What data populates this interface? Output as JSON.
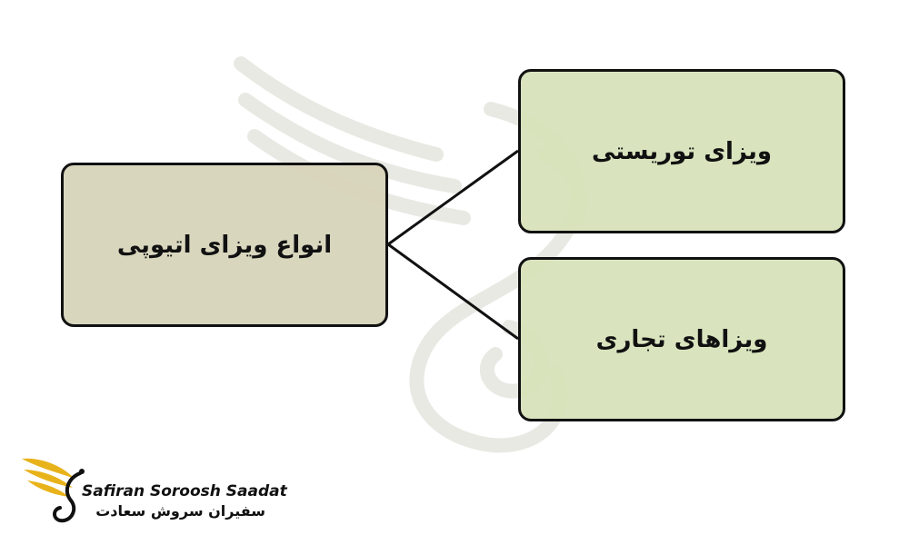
{
  "diagram": {
    "root": {
      "label": "انواع ویزای اتیوپی"
    },
    "children": [
      {
        "label": "ویزای توریستی"
      },
      {
        "label": "ویزاهای تجاری"
      }
    ]
  },
  "logo": {
    "name_en": "Safiran Soroosh Saadat",
    "name_fa": "سفیران سروش سعادت",
    "emblem": "golden-wing-bird-emblem"
  },
  "colors": {
    "root_box": "#d6d3b9",
    "child_box": "#d6e2b9",
    "border": "#111111",
    "logo_gold": "#e8b21a"
  }
}
